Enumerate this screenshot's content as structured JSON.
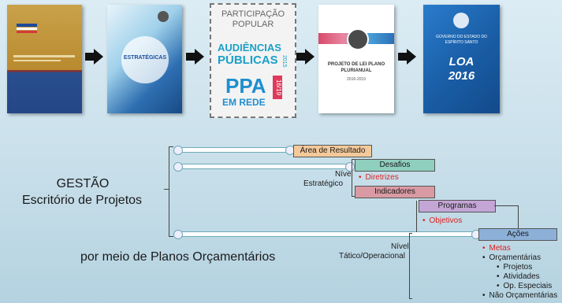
{
  "thumbnails": {
    "participacao_title": "PARTICIPAÇÃO POPULAR",
    "audiencias_line1": "AUDIÊNCIAS",
    "audiencias_line2": "PÚBLICAS",
    "audiencias_year": "2015",
    "ppa_big": "PPA",
    "ppa_sub": "EM REDE",
    "ppa_years": "16/19",
    "planejamento_title": "ESTRATÉGICAS",
    "ppa_doc_title": "PROJETO DE LEI PLANO PLURIANUAL",
    "ppa_doc_years": "2016-2019",
    "loa_gov": "GOVERNO DO ESTADO DO ESPÍRITO SANTO",
    "loa_title": "LOA",
    "loa_year": "2016"
  },
  "left": {
    "gestao": "GESTÃO",
    "escritorio": "Escritório de Projetos",
    "planos": "por meio de Planos Orçamentários"
  },
  "levels": {
    "estrategico_1": "Nível",
    "estrategico_2": "Estratégico",
    "tatico_1": "Nível",
    "tatico_2": "Tático/Operacional"
  },
  "boxes": {
    "area_resultado": "Área de Resultado",
    "desafios": "Desafios",
    "diretrizes": "Diretrizes",
    "indicadores": "Indicadores",
    "programas": "Programas",
    "objetivos": "Objetivos",
    "acoes": "Ações"
  },
  "acoes_list": {
    "metas": "Metas",
    "orcamentarias": "Orçamentárias",
    "projetos": "Projetos",
    "atividades": "Atividades",
    "op_especiais": "Op. Especiais",
    "nao_orcamentarias": "Não Orçamentárias"
  },
  "colors": {
    "area": "#f4c99a",
    "desafios": "#8fcfbd",
    "indicadores": "#d99aa4",
    "programas": "#c4a6d6",
    "acoes": "#8cb0d8",
    "red": "#e02020"
  }
}
